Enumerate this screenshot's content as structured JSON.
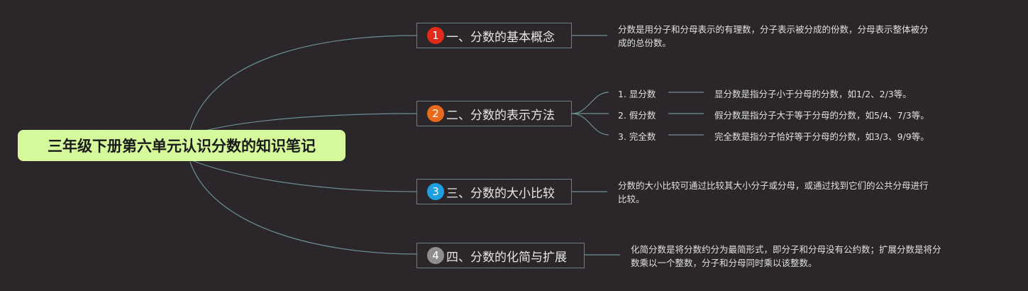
{
  "root": {
    "label": "三年级下册第六单元认识分数的知识笔记",
    "color": "#d4f89a"
  },
  "branches": [
    {
      "number": "1",
      "badge_color": "#e32b1d",
      "label": "一、分数的基本概念",
      "desc_lines": [
        "分数是用分子和分母表示的有理数，分子表示被分成的份数，分母表示整体被分",
        "成的总份数。"
      ]
    },
    {
      "number": "2",
      "badge_color": "#e86a1a",
      "label": "二、分数的表示方法",
      "children": [
        {
          "label": "1. 显分数",
          "desc": "显分数是指分子小于分母的分数，如1/2、2/3等。"
        },
        {
          "label": "2. 假分数",
          "desc": "假分数是指分子大于等于分母的分数，如5/4、7/3等。"
        },
        {
          "label": "3. 完全数",
          "desc": "完全数是指分子恰好等于分母的分数，如3/3、9/9等。"
        }
      ]
    },
    {
      "number": "3",
      "badge_color": "#1f9ee0",
      "label": "三、分数的大小比较",
      "desc_lines": [
        "分数的大小比较可通过比较其大小分子或分母，或通过找到它们的公共分母进行",
        "比较。"
      ]
    },
    {
      "number": "4",
      "badge_color": "#8e8e8e",
      "label": "四、分数的化简与扩展",
      "desc_lines": [
        "化简分数是将分数约分为最简形式，即分子和分母没有公约数；扩展分数是将分",
        "数乘以一个整数，分子和分母同时乘以该整数。"
      ]
    }
  ],
  "colors": {
    "background": "#2a2629",
    "line": "#6d8f96",
    "border": "#6d7d85"
  }
}
